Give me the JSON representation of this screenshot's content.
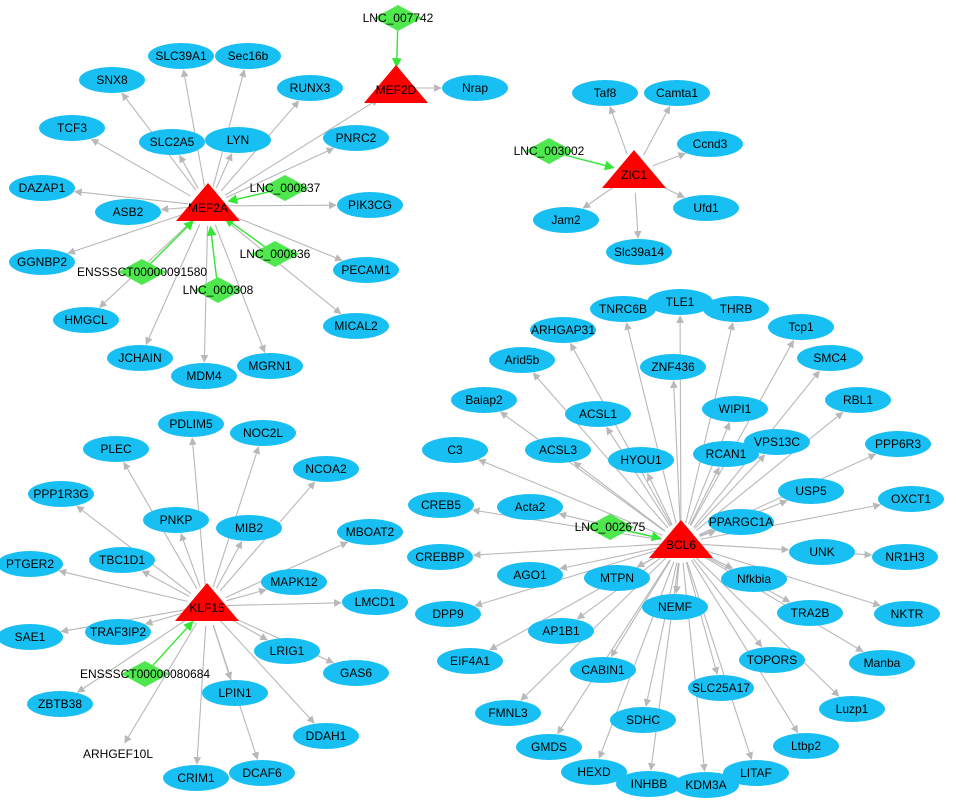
{
  "colors": {
    "gene_fill": "#18bff2",
    "tf_fill": "#ff0000",
    "lnc_fill": "#4ee84e",
    "edge": "#b8b8b8",
    "lnc_edge": "#33e633"
  },
  "nodes": {
    "LNC_007742": {
      "label": "LNC_007742",
      "type": "lnc"
    },
    "MEF2D": {
      "label": "MEF2D",
      "type": "tf"
    },
    "Nrap": {
      "label": "Nrap",
      "type": "gene"
    },
    "SLC39A1": {
      "label": "SLC39A1",
      "type": "gene"
    },
    "Sec16b": {
      "label": "Sec16b",
      "type": "gene"
    },
    "SNX8": {
      "label": "SNX8",
      "type": "gene"
    },
    "RUNX3": {
      "label": "RUNX3",
      "type": "gene"
    },
    "TCF3": {
      "label": "TCF3",
      "type": "gene"
    },
    "SLC2A5": {
      "label": "SLC2A5",
      "type": "gene"
    },
    "LYN": {
      "label": "LYN",
      "type": "gene"
    },
    "PNRC2": {
      "label": "PNRC2",
      "type": "gene"
    },
    "DAZAP1": {
      "label": "DAZAP1",
      "type": "gene"
    },
    "LNC_000837": {
      "label": "LNC_000837",
      "type": "lnc"
    },
    "ASB2": {
      "label": "ASB2",
      "type": "gene"
    },
    "MEF2A": {
      "label": "MEF2A",
      "type": "tf"
    },
    "PIK3CG": {
      "label": "PIK3CG",
      "type": "gene"
    },
    "GGNBP2": {
      "label": "GGNBP2",
      "type": "gene"
    },
    "LNC_000836": {
      "label": "LNC_000836",
      "type": "lnc"
    },
    "ENSSSCT00000091580": {
      "label": "ENSSSCT00000091580",
      "type": "lnc"
    },
    "PECAM1": {
      "label": "PECAM1",
      "type": "gene"
    },
    "LNC_000308": {
      "label": "LNC_000308",
      "type": "lnc"
    },
    "HMGCL": {
      "label": "HMGCL",
      "type": "gene"
    },
    "MICAL2": {
      "label": "MICAL2",
      "type": "gene"
    },
    "JCHAIN": {
      "label": "JCHAIN",
      "type": "gene"
    },
    "MGRN1": {
      "label": "MGRN1",
      "type": "gene"
    },
    "MDM4": {
      "label": "MDM4",
      "type": "gene"
    },
    "Taf8": {
      "label": "Taf8",
      "type": "gene"
    },
    "Camta1": {
      "label": "Camta1",
      "type": "gene"
    },
    "LNC_003002": {
      "label": "LNC_003002",
      "type": "lnc"
    },
    "Ccnd3": {
      "label": "Ccnd3",
      "type": "gene"
    },
    "ZIC1": {
      "label": "ZIC1",
      "type": "tf"
    },
    "Ufd1": {
      "label": "Ufd1",
      "type": "gene"
    },
    "Jam2": {
      "label": "Jam2",
      "type": "gene"
    },
    "Slc39a14": {
      "label": "Slc39a14",
      "type": "gene"
    },
    "TLE1": {
      "label": "TLE1",
      "type": "gene"
    },
    "TNRC6B": {
      "label": "TNRC6B",
      "type": "gene"
    },
    "THRB": {
      "label": "THRB",
      "type": "gene"
    },
    "ARHGAP31": {
      "label": "ARHGAP31",
      "type": "gene"
    },
    "Tcp1": {
      "label": "Tcp1",
      "type": "gene"
    },
    "Arid5b": {
      "label": "Arid5b",
      "type": "gene"
    },
    "SMC4": {
      "label": "SMC4",
      "type": "gene"
    },
    "ZNF436": {
      "label": "ZNF436",
      "type": "gene"
    },
    "Baiap2": {
      "label": "Baiap2",
      "type": "gene"
    },
    "RBL1": {
      "label": "RBL1",
      "type": "gene"
    },
    "ACSL1": {
      "label": "ACSL1",
      "type": "gene"
    },
    "WIPI1": {
      "label": "WIPI1",
      "type": "gene"
    },
    "PPP6R3": {
      "label": "PPP6R3",
      "type": "gene"
    },
    "C3": {
      "label": "C3",
      "type": "gene"
    },
    "ACSL3": {
      "label": "ACSL3",
      "type": "gene"
    },
    "VPS13C": {
      "label": "VPS13C",
      "type": "gene"
    },
    "HYOU1": {
      "label": "HYOU1",
      "type": "gene"
    },
    "RCAN1": {
      "label": "RCAN1",
      "type": "gene"
    },
    "USP5": {
      "label": "USP5",
      "type": "gene"
    },
    "OXCT1": {
      "label": "OXCT1",
      "type": "gene"
    },
    "CREB5": {
      "label": "CREB5",
      "type": "gene"
    },
    "Acta2": {
      "label": "Acta2",
      "type": "gene"
    },
    "PPARGC1A": {
      "label": "PPARGC1A",
      "type": "gene"
    },
    "LNC_002675": {
      "label": "LNC_002675",
      "type": "lnc"
    },
    "BCL6": {
      "label": "BCL6",
      "type": "tf"
    },
    "CREBBP": {
      "label": "CREBBP",
      "type": "gene"
    },
    "UNK": {
      "label": "UNK",
      "type": "gene"
    },
    "NR1H3": {
      "label": "NR1H3",
      "type": "gene"
    },
    "AGO1": {
      "label": "AGO1",
      "type": "gene"
    },
    "MTPN": {
      "label": "MTPN",
      "type": "gene"
    },
    "Nfkbia": {
      "label": "Nfkbia",
      "type": "gene"
    },
    "DPP9": {
      "label": "DPP9",
      "type": "gene"
    },
    "NEMF": {
      "label": "NEMF",
      "type": "gene"
    },
    "TRA2B": {
      "label": "TRA2B",
      "type": "gene"
    },
    "NKTR": {
      "label": "NKTR",
      "type": "gene"
    },
    "AP1B1": {
      "label": "AP1B1",
      "type": "gene"
    },
    "EIF4A1": {
      "label": "EIF4A1",
      "type": "gene"
    },
    "Manba": {
      "label": "Manba",
      "type": "gene"
    },
    "TOPORS": {
      "label": "TOPORS",
      "type": "gene"
    },
    "CABIN1": {
      "label": "CABIN1",
      "type": "gene"
    },
    "SLC25A17": {
      "label": "SLC25A17",
      "type": "gene"
    },
    "FMNL3": {
      "label": "FMNL3",
      "type": "gene"
    },
    "SDHC": {
      "label": "SDHC",
      "type": "gene"
    },
    "Luzp1": {
      "label": "Luzp1",
      "type": "gene"
    },
    "GMDS": {
      "label": "GMDS",
      "type": "gene"
    },
    "Ltbp2": {
      "label": "Ltbp2",
      "type": "gene"
    },
    "HEXD": {
      "label": "HEXD",
      "type": "gene"
    },
    "LITAF": {
      "label": "LITAF",
      "type": "gene"
    },
    "INHBB": {
      "label": "INHBB",
      "type": "gene"
    },
    "KDM3A": {
      "label": "KDM3A",
      "type": "gene"
    },
    "PDLIM5": {
      "label": "PDLIM5",
      "type": "gene"
    },
    "PLEC": {
      "label": "PLEC",
      "type": "gene"
    },
    "NOC2L": {
      "label": "NOC2L",
      "type": "gene"
    },
    "NCOA2": {
      "label": "NCOA2",
      "type": "gene"
    },
    "PPP1R3G": {
      "label": "PPP1R3G",
      "type": "gene"
    },
    "PNKP": {
      "label": "PNKP",
      "type": "gene"
    },
    "MIB2": {
      "label": "MIB2",
      "type": "gene"
    },
    "MBOAT2": {
      "label": "MBOAT2",
      "type": "gene"
    },
    "TBC1D1": {
      "label": "TBC1D1",
      "type": "gene"
    },
    "PTGER2": {
      "label": "PTGER2",
      "type": "gene"
    },
    "MAPK12": {
      "label": "MAPK12",
      "type": "gene"
    },
    "KLF15": {
      "label": "KLF15",
      "type": "tf"
    },
    "LMCD1": {
      "label": "LMCD1",
      "type": "gene"
    },
    "SAE1": {
      "label": "SAE1",
      "type": "gene"
    },
    "TRAF3IP2": {
      "label": "TRAF3IP2",
      "type": "gene"
    },
    "LRIG1": {
      "label": "LRIG1",
      "type": "gene"
    },
    "ENSSSCT00000080684": {
      "label": "ENSSSCT00000080684",
      "type": "lnc"
    },
    "GAS6": {
      "label": "GAS6",
      "type": "gene"
    },
    "ZBTB38": {
      "label": "ZBTB38",
      "type": "gene"
    },
    "LPIN1": {
      "label": "LPIN1",
      "type": "gene"
    },
    "DDAH1": {
      "label": "DDAH1",
      "type": "gene"
    },
    "ARHGEF10L": {
      "label": "ARHGEF10L",
      "type": "lnc_label_only"
    },
    "CRIM1": {
      "label": "CRIM1",
      "type": "gene"
    },
    "DCAF6": {
      "label": "DCAF6",
      "type": "gene"
    }
  },
  "edges": [
    {
      "from": "LNC_007742",
      "to": "MEF2D",
      "kind": "lnc"
    },
    {
      "from": "MEF2D",
      "to": "Nrap",
      "kind": "tf"
    },
    {
      "from": "MEF2A",
      "to": "MEF2D",
      "kind": "tf"
    },
    {
      "from": "MEF2A",
      "to": "SLC39A1",
      "kind": "tf"
    },
    {
      "from": "MEF2A",
      "to": "Sec16b",
      "kind": "tf"
    },
    {
      "from": "MEF2A",
      "to": "SNX8",
      "kind": "tf"
    },
    {
      "from": "MEF2A",
      "to": "RUNX3",
      "kind": "tf"
    },
    {
      "from": "MEF2A",
      "to": "TCF3",
      "kind": "tf"
    },
    {
      "from": "MEF2A",
      "to": "SLC2A5",
      "kind": "tf"
    },
    {
      "from": "MEF2A",
      "to": "LYN",
      "kind": "tf"
    },
    {
      "from": "MEF2A",
      "to": "PNRC2",
      "kind": "tf"
    },
    {
      "from": "MEF2A",
      "to": "DAZAP1",
      "kind": "tf"
    },
    {
      "from": "MEF2A",
      "to": "ASB2",
      "kind": "tf"
    },
    {
      "from": "MEF2A",
      "to": "PIK3CG",
      "kind": "tf"
    },
    {
      "from": "MEF2A",
      "to": "GGNBP2",
      "kind": "tf"
    },
    {
      "from": "MEF2A",
      "to": "PECAM1",
      "kind": "tf"
    },
    {
      "from": "MEF2A",
      "to": "HMGCL",
      "kind": "tf"
    },
    {
      "from": "MEF2A",
      "to": "MICAL2",
      "kind": "tf"
    },
    {
      "from": "MEF2A",
      "to": "JCHAIN",
      "kind": "tf"
    },
    {
      "from": "MEF2A",
      "to": "MGRN1",
      "kind": "tf"
    },
    {
      "from": "MEF2A",
      "to": "MDM4",
      "kind": "tf"
    },
    {
      "from": "LNC_000837",
      "to": "MEF2A",
      "kind": "lnc"
    },
    {
      "from": "LNC_000836",
      "to": "MEF2A",
      "kind": "lnc"
    },
    {
      "from": "ENSSSCT00000091580",
      "to": "MEF2A",
      "kind": "lnc"
    },
    {
      "from": "LNC_000308",
      "to": "MEF2A",
      "kind": "lnc"
    },
    {
      "from": "LNC_003002",
      "to": "ZIC1",
      "kind": "lnc"
    },
    {
      "from": "ZIC1",
      "to": "Taf8",
      "kind": "tf"
    },
    {
      "from": "ZIC1",
      "to": "Camta1",
      "kind": "tf"
    },
    {
      "from": "ZIC1",
      "to": "Ccnd3",
      "kind": "tf"
    },
    {
      "from": "ZIC1",
      "to": "Ufd1",
      "kind": "tf"
    },
    {
      "from": "ZIC1",
      "to": "Jam2",
      "kind": "tf"
    },
    {
      "from": "ZIC1",
      "to": "Slc39a14",
      "kind": "tf"
    },
    {
      "from": "BCL6",
      "to": "TLE1",
      "kind": "tf"
    },
    {
      "from": "BCL6",
      "to": "TNRC6B",
      "kind": "tf"
    },
    {
      "from": "BCL6",
      "to": "THRB",
      "kind": "tf"
    },
    {
      "from": "BCL6",
      "to": "ARHGAP31",
      "kind": "tf"
    },
    {
      "from": "BCL6",
      "to": "Tcp1",
      "kind": "tf"
    },
    {
      "from": "BCL6",
      "to": "Arid5b",
      "kind": "tf"
    },
    {
      "from": "BCL6",
      "to": "SMC4",
      "kind": "tf"
    },
    {
      "from": "BCL6",
      "to": "ZNF436",
      "kind": "tf"
    },
    {
      "from": "BCL6",
      "to": "Baiap2",
      "kind": "tf"
    },
    {
      "from": "BCL6",
      "to": "RBL1",
      "kind": "tf"
    },
    {
      "from": "BCL6",
      "to": "ACSL1",
      "kind": "tf"
    },
    {
      "from": "BCL6",
      "to": "WIPI1",
      "kind": "tf"
    },
    {
      "from": "BCL6",
      "to": "PPP6R3",
      "kind": "tf"
    },
    {
      "from": "BCL6",
      "to": "C3",
      "kind": "tf"
    },
    {
      "from": "BCL6",
      "to": "ACSL3",
      "kind": "tf"
    },
    {
      "from": "BCL6",
      "to": "VPS13C",
      "kind": "tf"
    },
    {
      "from": "BCL6",
      "to": "HYOU1",
      "kind": "tf"
    },
    {
      "from": "BCL6",
      "to": "RCAN1",
      "kind": "tf"
    },
    {
      "from": "BCL6",
      "to": "USP5",
      "kind": "tf"
    },
    {
      "from": "BCL6",
      "to": "OXCT1",
      "kind": "tf"
    },
    {
      "from": "BCL6",
      "to": "CREB5",
      "kind": "tf"
    },
    {
      "from": "BCL6",
      "to": "Acta2",
      "kind": "tf"
    },
    {
      "from": "BCL6",
      "to": "PPARGC1A",
      "kind": "tf"
    },
    {
      "from": "LNC_002675",
      "to": "BCL6",
      "kind": "lnc"
    },
    {
      "from": "BCL6",
      "to": "CREBBP",
      "kind": "tf"
    },
    {
      "from": "BCL6",
      "to": "UNK",
      "kind": "tf"
    },
    {
      "from": "UNK",
      "to": "NR1H3",
      "kind": "tf"
    },
    {
      "from": "BCL6",
      "to": "AGO1",
      "kind": "tf"
    },
    {
      "from": "BCL6",
      "to": "MTPN",
      "kind": "tf"
    },
    {
      "from": "BCL6",
      "to": "Nfkbia",
      "kind": "tf"
    },
    {
      "from": "BCL6",
      "to": "DPP9",
      "kind": "tf"
    },
    {
      "from": "BCL6",
      "to": "NEMF",
      "kind": "tf"
    },
    {
      "from": "BCL6",
      "to": "TRA2B",
      "kind": "tf"
    },
    {
      "from": "BCL6",
      "to": "NKTR",
      "kind": "tf"
    },
    {
      "from": "BCL6",
      "to": "AP1B1",
      "kind": "tf"
    },
    {
      "from": "BCL6",
      "to": "EIF4A1",
      "kind": "tf"
    },
    {
      "from": "BCL6",
      "to": "Manba",
      "kind": "tf"
    },
    {
      "from": "BCL6",
      "to": "TOPORS",
      "kind": "tf"
    },
    {
      "from": "BCL6",
      "to": "CABIN1",
      "kind": "tf"
    },
    {
      "from": "BCL6",
      "to": "SLC25A17",
      "kind": "tf"
    },
    {
      "from": "BCL6",
      "to": "FMNL3",
      "kind": "tf"
    },
    {
      "from": "BCL6",
      "to": "SDHC",
      "kind": "tf"
    },
    {
      "from": "BCL6",
      "to": "Luzp1",
      "kind": "tf"
    },
    {
      "from": "BCL6",
      "to": "GMDS",
      "kind": "tf"
    },
    {
      "from": "BCL6",
      "to": "Ltbp2",
      "kind": "tf"
    },
    {
      "from": "BCL6",
      "to": "HEXD",
      "kind": "tf"
    },
    {
      "from": "BCL6",
      "to": "LITAF",
      "kind": "tf"
    },
    {
      "from": "BCL6",
      "to": "INHBB",
      "kind": "tf"
    },
    {
      "from": "BCL6",
      "to": "KDM3A",
      "kind": "tf"
    },
    {
      "from": "KLF15",
      "to": "PDLIM5",
      "kind": "tf"
    },
    {
      "from": "KLF15",
      "to": "PLEC",
      "kind": "tf"
    },
    {
      "from": "KLF15",
      "to": "NOC2L",
      "kind": "tf"
    },
    {
      "from": "KLF15",
      "to": "NCOA2",
      "kind": "tf"
    },
    {
      "from": "KLF15",
      "to": "PPP1R3G",
      "kind": "tf"
    },
    {
      "from": "KLF15",
      "to": "PNKP",
      "kind": "tf"
    },
    {
      "from": "KLF15",
      "to": "MIB2",
      "kind": "tf"
    },
    {
      "from": "KLF15",
      "to": "MBOAT2",
      "kind": "tf"
    },
    {
      "from": "KLF15",
      "to": "TBC1D1",
      "kind": "tf"
    },
    {
      "from": "KLF15",
      "to": "PTGER2",
      "kind": "tf"
    },
    {
      "from": "KLF15",
      "to": "MAPK12",
      "kind": "tf"
    },
    {
      "from": "KLF15",
      "to": "LMCD1",
      "kind": "tf"
    },
    {
      "from": "KLF15",
      "to": "SAE1",
      "kind": "tf"
    },
    {
      "from": "KLF15",
      "to": "TRAF3IP2",
      "kind": "tf"
    },
    {
      "from": "KLF15",
      "to": "LRIG1",
      "kind": "tf"
    },
    {
      "from": "ENSSSCT00000080684",
      "to": "KLF15",
      "kind": "lnc"
    },
    {
      "from": "KLF15",
      "to": "GAS6",
      "kind": "tf"
    },
    {
      "from": "KLF15",
      "to": "ZBTB38",
      "kind": "tf"
    },
    {
      "from": "KLF15",
      "to": "LPIN1",
      "kind": "tf"
    },
    {
      "from": "KLF15",
      "to": "DDAH1",
      "kind": "tf"
    },
    {
      "from": "KLF15",
      "to": "ARHGEF10L",
      "kind": "tf"
    },
    {
      "from": "KLF15",
      "to": "CRIM1",
      "kind": "tf"
    },
    {
      "from": "KLF15",
      "to": "DCAF6",
      "kind": "tf"
    }
  ]
}
